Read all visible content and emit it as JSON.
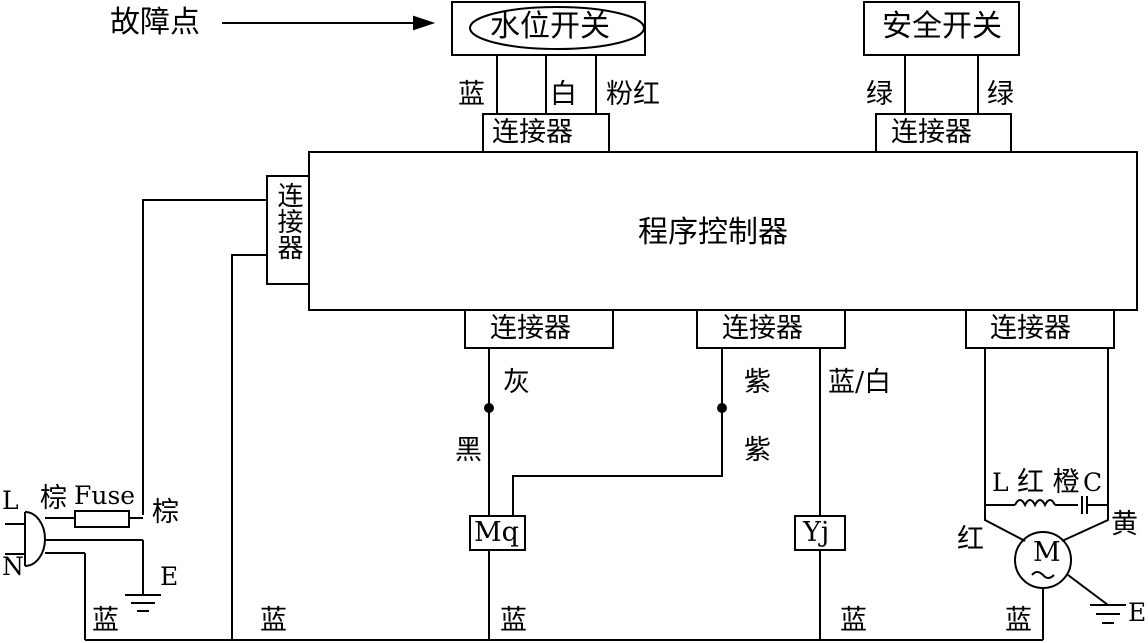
{
  "fault_label": "故障点",
  "water_switch": "水位开关",
  "safety_switch": "安全开关",
  "controller": "程序控制器",
  "connector": "连接器",
  "wire_labels": {
    "blue": "蓝",
    "white": "白",
    "pink_red": "粉红",
    "green": "绿",
    "gray": "灰",
    "black": "黑",
    "purple": "紫",
    "blue_white": "蓝/白",
    "brown": "棕",
    "red": "红",
    "yellow": "黄",
    "red_orange": "红 橙"
  },
  "components": {
    "fuse": "Fuse",
    "mq": "Mq",
    "yj": "Yj",
    "motor": "M",
    "L_plug": "L",
    "N_plug": "N",
    "earth": "E",
    "inductor": "L",
    "capacitor": "C"
  }
}
